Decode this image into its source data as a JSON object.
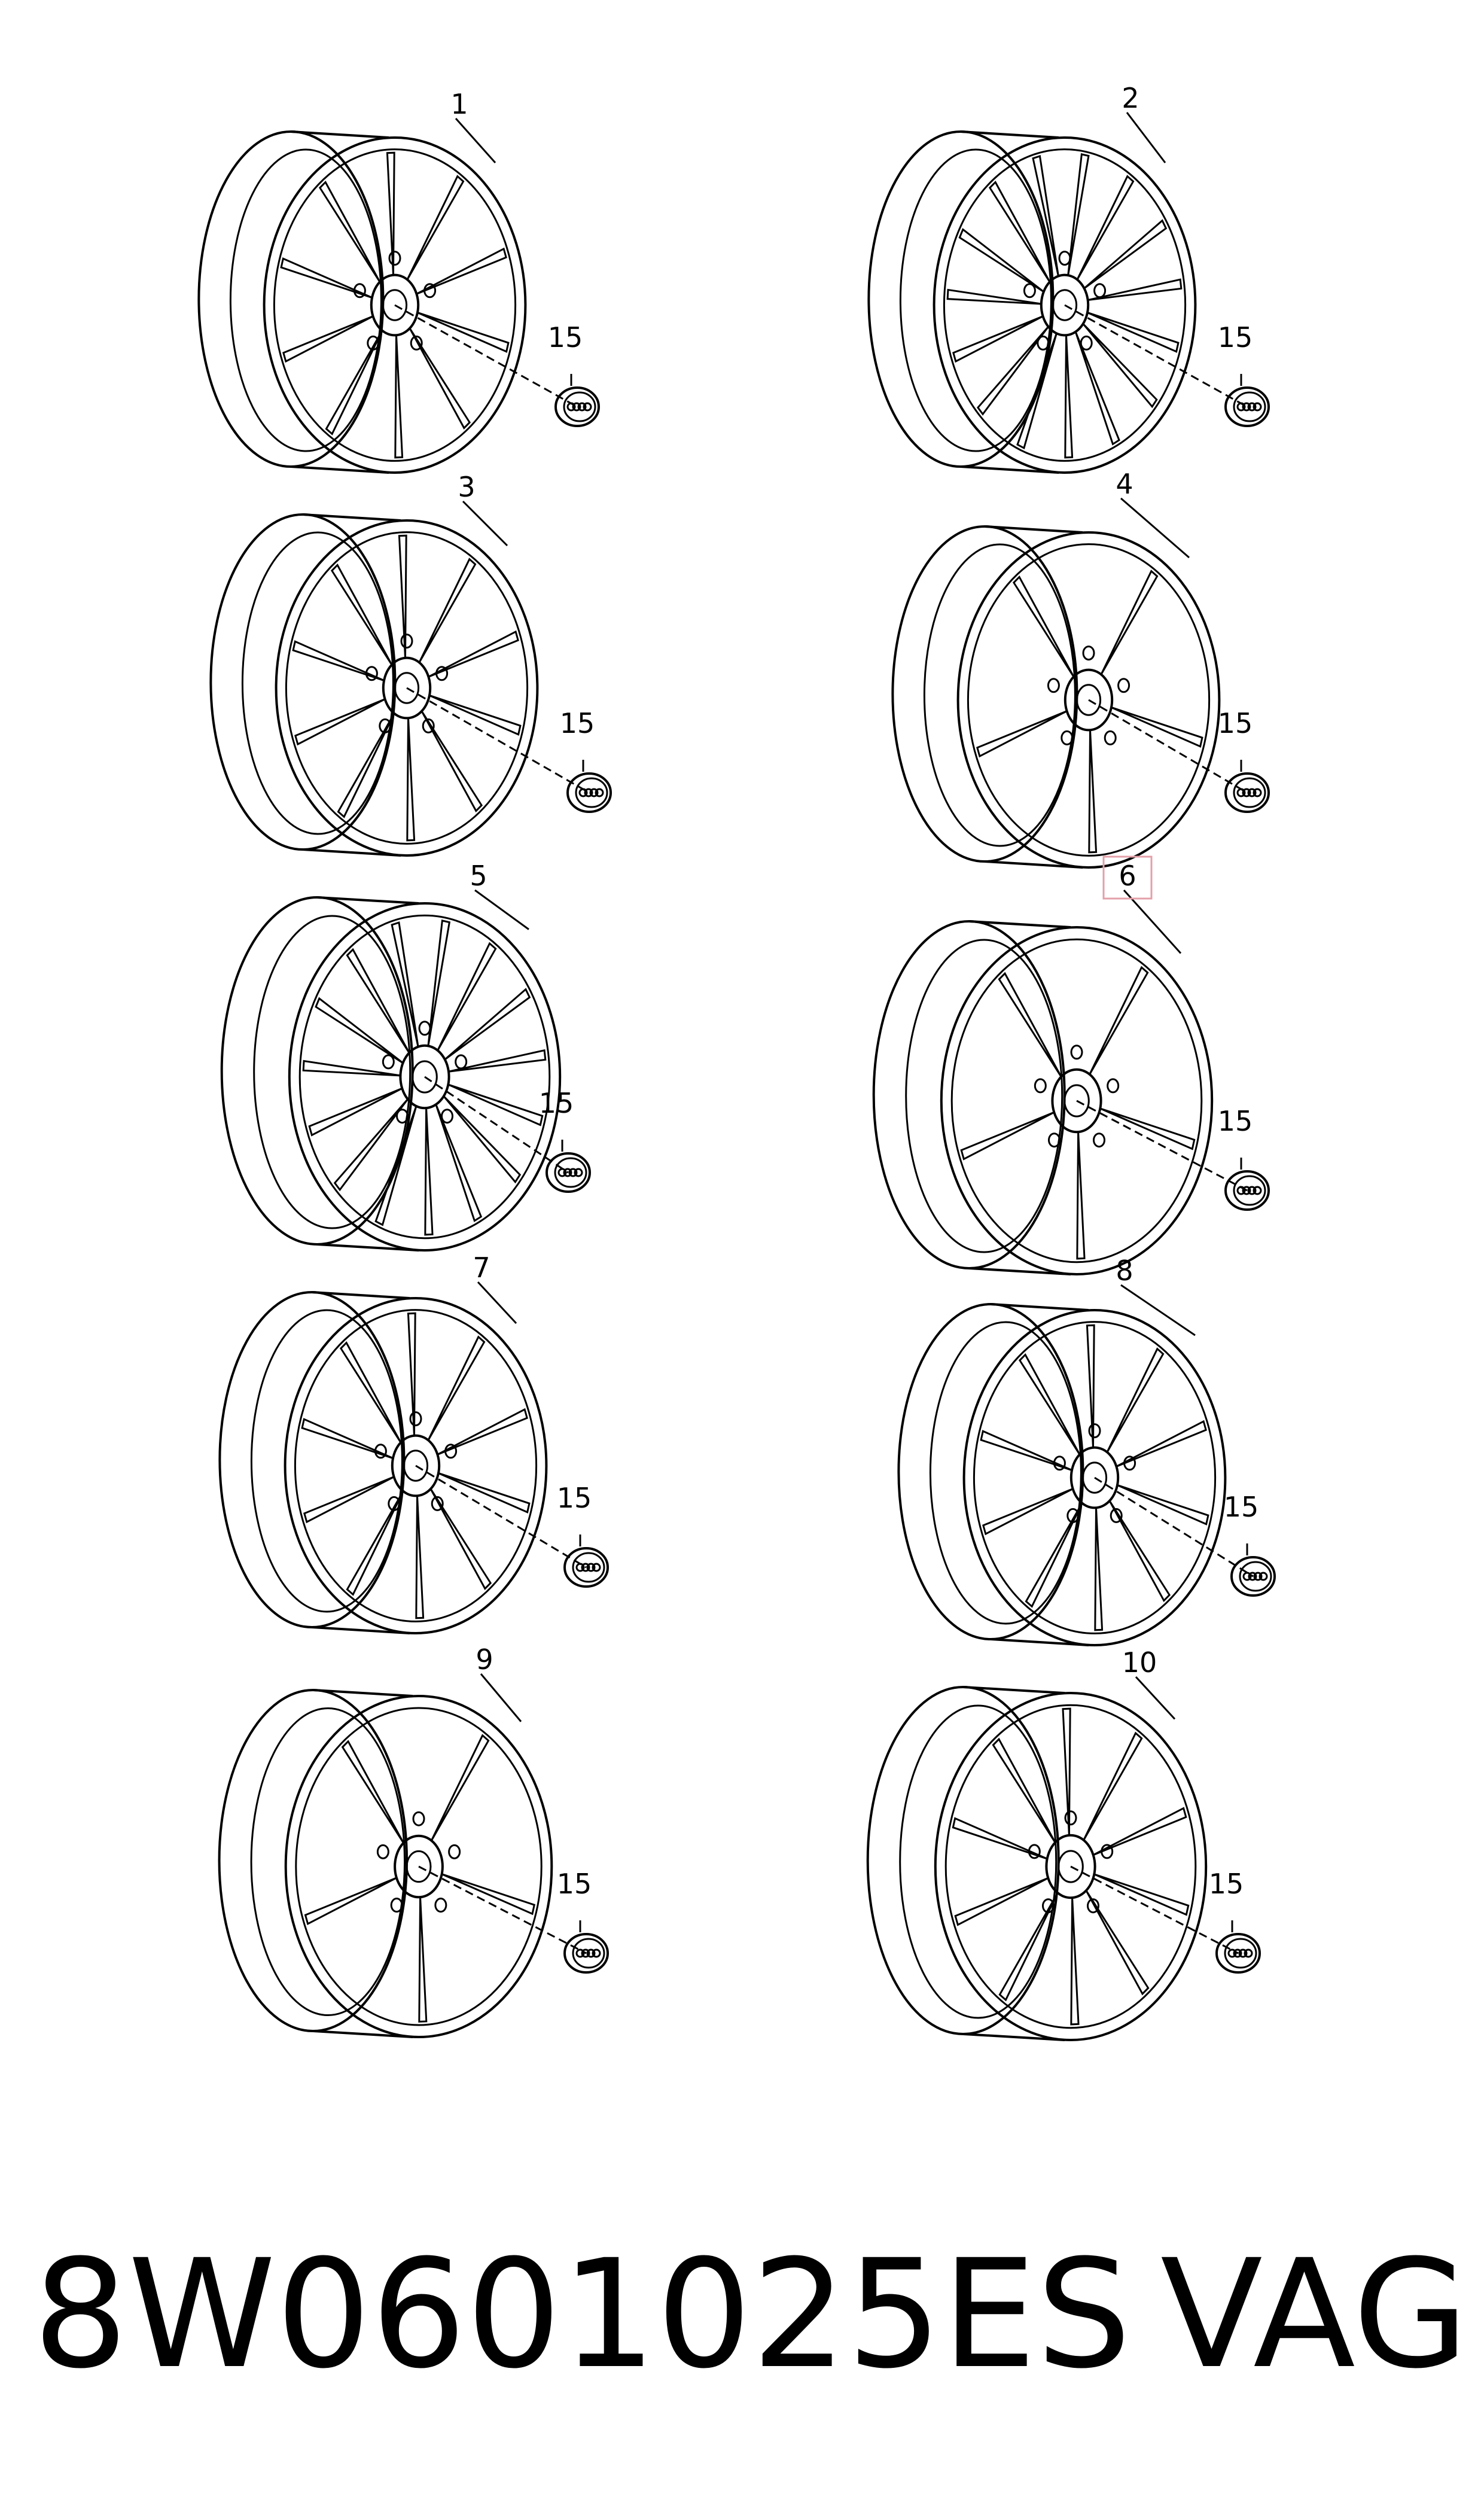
{
  "diagram": {
    "wheels": [
      {
        "callout": "1",
        "cap_callout": "15",
        "spokes": 10,
        "highlight": false
      },
      {
        "callout": "2",
        "cap_callout": "15",
        "spokes": 15,
        "highlight": false
      },
      {
        "callout": "3",
        "cap_callout": "15",
        "spokes": 10,
        "highlight": false
      },
      {
        "callout": "4",
        "cap_callout": "15",
        "spokes": 5,
        "highlight": false
      },
      {
        "callout": "5",
        "cap_callout": "15",
        "spokes": 15,
        "highlight": false
      },
      {
        "callout": "6",
        "cap_callout": "15",
        "spokes": 5,
        "highlight": true
      },
      {
        "callout": "7",
        "cap_callout": "15",
        "spokes": 10,
        "highlight": false
      },
      {
        "callout": "8",
        "cap_callout": "15",
        "spokes": 10,
        "highlight": false
      },
      {
        "callout": "9",
        "cap_callout": "15",
        "spokes": 5,
        "highlight": false
      },
      {
        "callout": "10",
        "cap_callout": "15",
        "spokes": 10,
        "highlight": false
      }
    ],
    "highlight_color": "#e3a0a8"
  },
  "footer": {
    "part_number": "8W0601025ES",
    "brand": "VAG"
  }
}
